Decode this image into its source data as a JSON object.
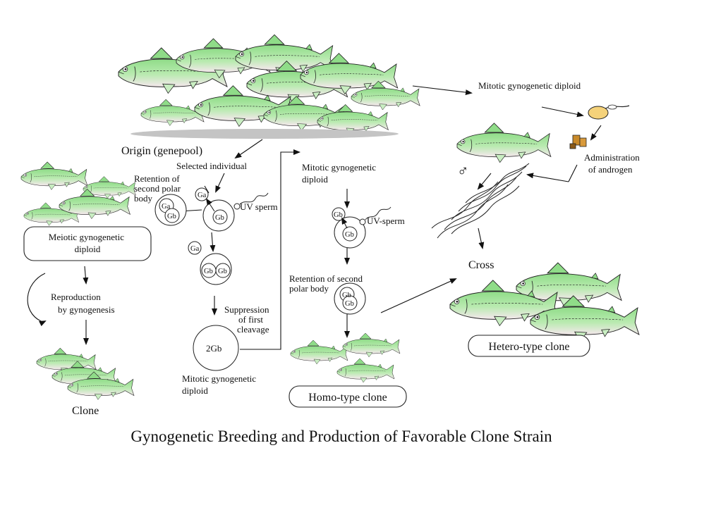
{
  "title": "Gynogenetic Breeding and Production of Favorable Clone Strain",
  "colors": {
    "fish_body": "#a6e3a0",
    "fish_belly": "#f3e6ea",
    "outline": "#222222",
    "shadow": "#c8c8c8"
  },
  "labels": {
    "origin": "Origin (genepool)",
    "mitotic_top": "Mitotic gynogenetic diploid",
    "selected_individual": "Selected individual",
    "retention_second_polar_body_left": [
      "Retention of",
      "second polar",
      "body"
    ],
    "uv_sperm_left": "UV sperm",
    "meiotic": [
      "Meiotic gynogenetic",
      "diploid"
    ],
    "reproduction": [
      "Reproduction",
      "by gynogenesis"
    ],
    "clone": "Clone",
    "suppression": [
      "Suppression",
      "of first",
      "cleavage"
    ],
    "mitotic_bottom": [
      "Mitotic gynogenetic",
      "diploid"
    ],
    "mitotic_middle": [
      "Mitotic gynogenetic",
      "diploid"
    ],
    "uv_sperm_mid": "UV-sperm",
    "retention_second_polar_body_mid": [
      "Retention of second",
      "polar body"
    ],
    "homo_clone": "Homo-type clone",
    "administration": [
      "Administration",
      "of androgen"
    ],
    "male_symbol": "♂",
    "cross": "Cross",
    "hetero_clone": "Hetero-type clone"
  },
  "cells": {
    "ga": "Ga",
    "gb": "Gb",
    "two_gb": "2Gb"
  }
}
